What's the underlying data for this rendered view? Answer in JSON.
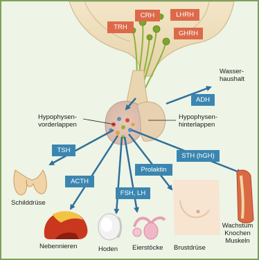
{
  "colors": {
    "frame": "#7ea05a",
    "background": "#eef4e6",
    "releasing_hormone_tag": "#dc6a4a",
    "pituitary_hormone_tag": "#3b86b0",
    "arrow": "#2f6f9a",
    "gland_tissue": "#eddcb8",
    "nerve_green": "#8bb33b"
  },
  "releasing_hormones": {
    "trh": "TRH",
    "crh": "CRH",
    "lhrh": "LHRH",
    "ghrh": "GHRH"
  },
  "pituitary": {
    "anterior_label": "Hypophysen-\nvorderlappen",
    "posterior_label": "Hypophysen-\nhinterlappen"
  },
  "hormones": {
    "adh": "ADH",
    "tsh": "TSH",
    "acth": "ACTH",
    "fsh_lh": "FSH, LH",
    "prolaktin": "Prolaktin",
    "sth": "STH (hGH)"
  },
  "targets": {
    "wasserhaushalt": "Wasser-\nhaushalt",
    "schilddruese": "Schilddrüse",
    "nebennieren": "Nebennieren",
    "hoden": "Hoden",
    "eierstoecke": "Eierstöcke",
    "brustdruese": "Brustdrüse",
    "wachstum": "Wachstum\nKnochen\nMuskeln"
  },
  "icons": [
    "thyroid-icon",
    "adrenal-icon",
    "testis-icon",
    "ovary-icon",
    "breast-icon",
    "muscle-bone-icon"
  ]
}
